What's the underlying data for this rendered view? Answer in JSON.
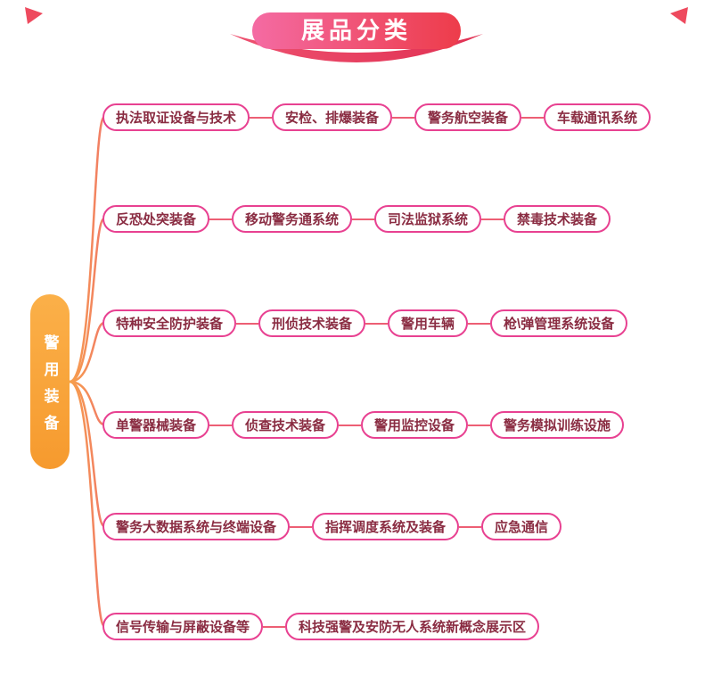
{
  "banner": {
    "title": "展品分类"
  },
  "root": {
    "label": "警用装备"
  },
  "branches": [
    {
      "nodes": [
        "执法取证设备与技术",
        "安检、排爆装备",
        "警务航空装备",
        "车载通讯系统"
      ]
    },
    {
      "nodes": [
        "反恐处突装备",
        "移动警务通系统",
        "司法监狱系统",
        "禁毒技术装备"
      ]
    },
    {
      "nodes": [
        "特种安全防护装备",
        "刑侦技术装备",
        "警用车辆",
        "枪\\弹管理系统设备"
      ]
    },
    {
      "nodes": [
        "单警器械装备",
        "侦查技术装备",
        "警用监控设备",
        "警务模拟训练设施"
      ]
    },
    {
      "nodes": [
        "警务大数据系统与终端设备",
        "指挥调度系统及装备",
        "应急通信"
      ]
    },
    {
      "nodes": [
        "信号传输与屏蔽设备等",
        "科技强警及安防无人系统新概念展示区"
      ]
    }
  ],
  "colors": {
    "node_border": "#e84191",
    "node_text": "#8a2c42",
    "connector": "#ed5f74",
    "root_background": "#f69a2e",
    "ribbon_gradient_start": "#f46ba3",
    "ribbon_gradient_end": "#ed3c4a"
  }
}
